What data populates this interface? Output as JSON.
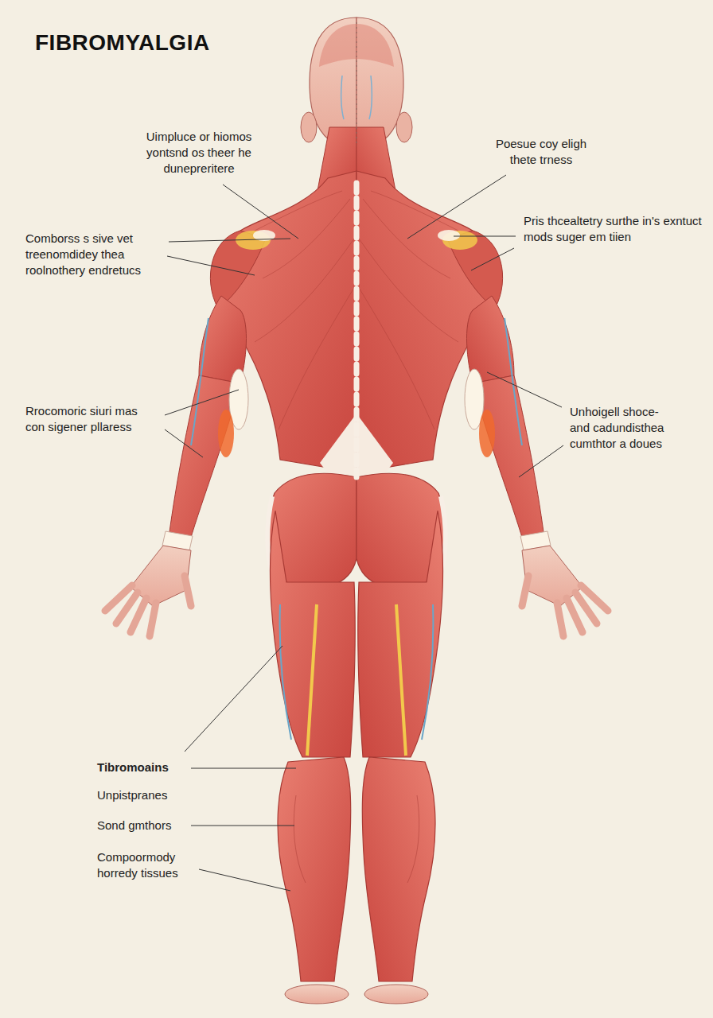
{
  "diagram": {
    "title": "FIBROMYALGIA",
    "labels": [
      "Uimpluce or hiomos yontsnd os theer he dunepreritere",
      "Poesue coy eligh thete trness",
      "Comborss s sive vet treenomdidey thea roolnothery endretucs",
      "Pris thcealtetry surthe in's exntuct mods suger em tiien",
      "Rrocomoric siuri mas con sigener pllaress",
      "Unhoigell shoce- and cadundisthea cumthtor a doues",
      "Tibromoains",
      "Unpistpranes",
      "Sond gmthors",
      "Compoormody horredy tissues"
    ]
  }
}
